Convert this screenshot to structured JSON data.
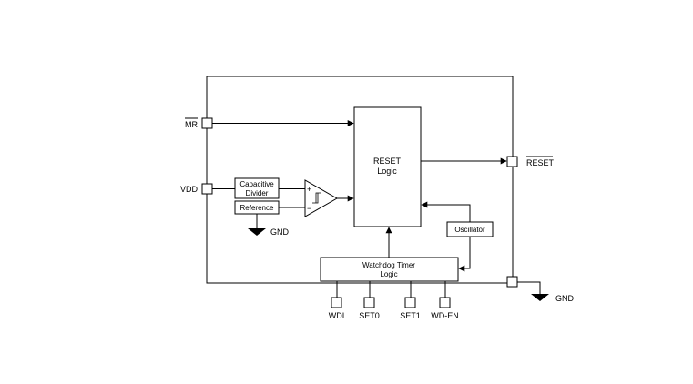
{
  "diagram": {
    "pins": {
      "mr": "MR",
      "vdd": "VDD",
      "reset_out": "RESET",
      "gnd_internal": "GND",
      "gnd_external": "GND",
      "wdi": "WDI",
      "set0": "SET0",
      "set1": "SET1",
      "wd_en": "WD-EN"
    },
    "blocks": {
      "capacitive_divider": [
        "Capacitive",
        "Divider"
      ],
      "reference": "Reference",
      "reset_logic": [
        "RESET",
        "Logic"
      ],
      "oscillator": "Oscillator",
      "watchdog_timer": [
        "Watchdog Timer",
        "Logic"
      ]
    },
    "comparator": {
      "plus": "+",
      "minus": "−"
    },
    "colors": {
      "stroke": "#000000",
      "background": "#ffffff"
    }
  }
}
